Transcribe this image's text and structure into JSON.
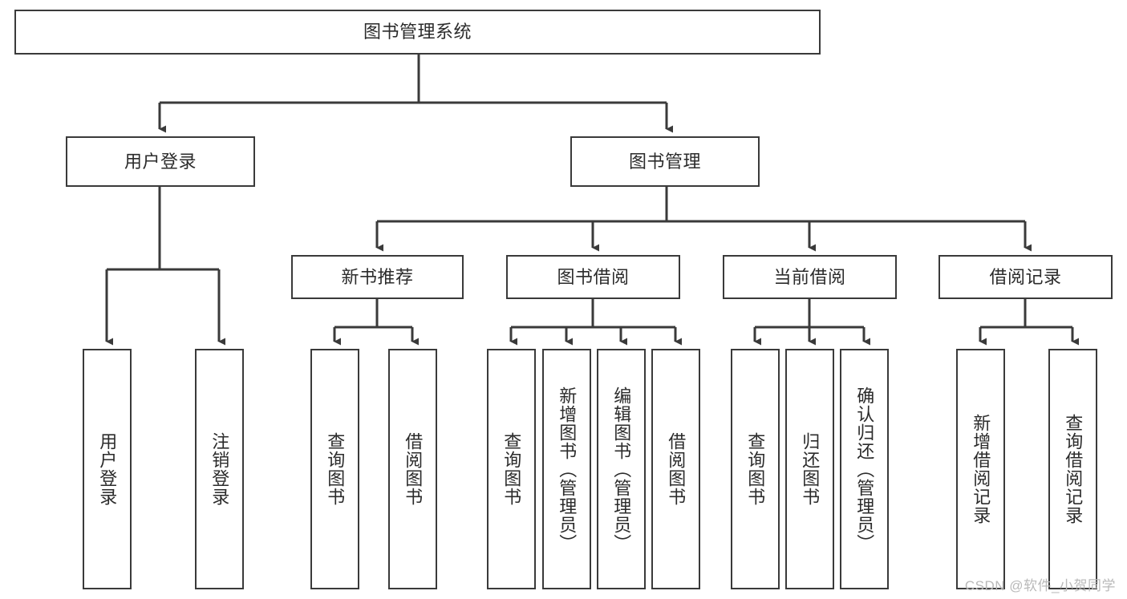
{
  "diagram": {
    "type": "hierarchy-tree",
    "title": "图书管理系统",
    "watermark": "CSDN @软件_小贺同学",
    "colors": {
      "stroke": "#3a3a3a",
      "fill": "#ffffff",
      "text": "#2b2b2b",
      "watermark": "#b9b9b9"
    },
    "nodes": {
      "root": {
        "label": "图书管理系统",
        "orientation": "horizontal"
      },
      "level2": [
        {
          "label": "用户登录",
          "orientation": "horizontal"
        },
        {
          "label": "图书管理",
          "orientation": "horizontal"
        }
      ],
      "level3": [
        {
          "label": "新书推荐",
          "orientation": "horizontal"
        },
        {
          "label": "图书借阅",
          "orientation": "horizontal"
        },
        {
          "label": "当前借阅",
          "orientation": "horizontal"
        },
        {
          "label": "借阅记录",
          "orientation": "horizontal"
        }
      ],
      "leaves_user_login": [
        {
          "label": "用户登录",
          "orientation": "vertical"
        },
        {
          "label": "注销登录",
          "orientation": "vertical"
        }
      ],
      "leaves_new_books": [
        {
          "label": "查询图书",
          "orientation": "vertical"
        },
        {
          "label": "借阅图书",
          "orientation": "vertical"
        }
      ],
      "leaves_borrow": [
        {
          "label": "查询图书",
          "orientation": "vertical"
        },
        {
          "label": "新增图书（管理员）",
          "orientation": "vertical"
        },
        {
          "label": "编辑图书（管理员）",
          "orientation": "vertical"
        },
        {
          "label": "借阅图书",
          "orientation": "vertical"
        }
      ],
      "leaves_current": [
        {
          "label": "查询图书",
          "orientation": "vertical"
        },
        {
          "label": "归还图书",
          "orientation": "vertical"
        },
        {
          "label": "确认归还（管理员）",
          "orientation": "vertical"
        }
      ],
      "leaves_records": [
        {
          "label": "新增借阅记录",
          "orientation": "vertical"
        },
        {
          "label": "查询借阅记录",
          "orientation": "vertical"
        }
      ]
    }
  }
}
